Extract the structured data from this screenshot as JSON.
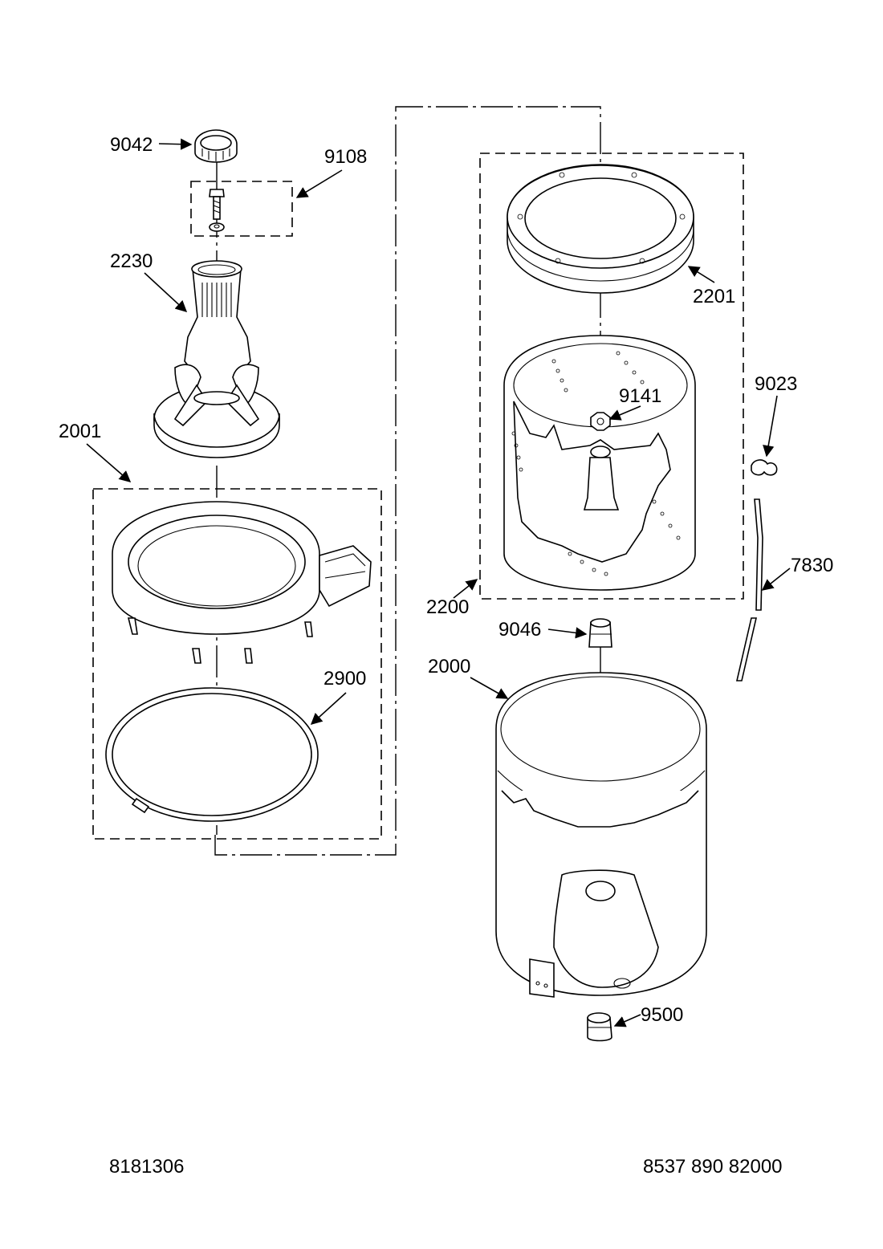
{
  "callouts": {
    "c9042": "9042",
    "c9108": "9108",
    "c2230": "2230",
    "c2001": "2001",
    "c2900": "2900",
    "c2201": "2201",
    "c9023": "9023",
    "c9141": "9141",
    "c7830": "7830",
    "c2200": "2200",
    "c9046": "9046",
    "c2000": "2000",
    "c9500": "9500"
  },
  "footer": {
    "left_code": "8181306",
    "right_code": "8537 890 82000"
  }
}
